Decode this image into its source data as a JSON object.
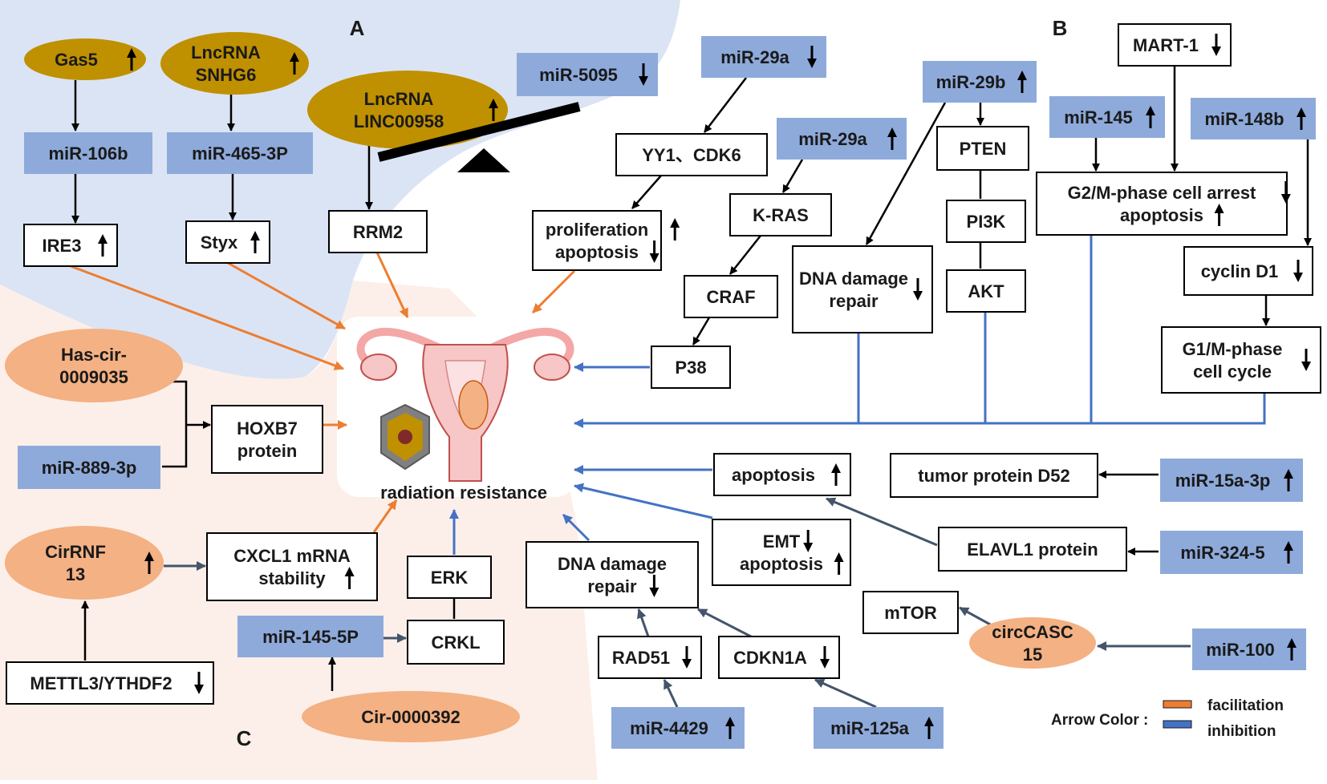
{
  "sections": {
    "a": "A",
    "b": "B",
    "c": "C"
  },
  "center_label": "radiation resistance",
  "nodes": {
    "gas5": {
      "lines": [
        "Gas5"
      ],
      "arrow": "up"
    },
    "snhg6": {
      "lines": [
        "LncRNA",
        "SNHG6"
      ],
      "arrow": "up"
    },
    "linc00958": {
      "lines": [
        "LncRNA",
        "LINC00958"
      ],
      "arrow": "up"
    },
    "mir5095": {
      "lines": [
        "miR-5095"
      ],
      "arrow": "down"
    },
    "mir106b": {
      "lines": [
        "miR-106b"
      ]
    },
    "mir465": {
      "lines": [
        "miR-465-3P"
      ]
    },
    "ire3": {
      "lines": [
        "IRE3"
      ],
      "arrow": "up"
    },
    "styx": {
      "lines": [
        "Styx"
      ],
      "arrow": "up"
    },
    "rrm2": {
      "lines": [
        "RRM2"
      ]
    },
    "mir29a_1": {
      "lines": [
        "miR-29a"
      ],
      "arrow": "down"
    },
    "yy1": {
      "lines": [
        "YY1、CDK6"
      ]
    },
    "prolif": {
      "lines": [
        "proliferation",
        "apoptosis"
      ],
      "line_arrows": [
        "up",
        "down"
      ]
    },
    "mir29a_2": {
      "lines": [
        "miR-29a"
      ],
      "arrow": "up"
    },
    "kras": {
      "lines": [
        "K-RAS"
      ]
    },
    "craf": {
      "lines": [
        "CRAF"
      ]
    },
    "p38": {
      "lines": [
        "P38"
      ]
    },
    "mir29b": {
      "lines": [
        "miR-29b"
      ],
      "arrow": "up"
    },
    "dna1": {
      "lines": [
        "DNA damage",
        "repair"
      ],
      "arrow": "down"
    },
    "pten": {
      "lines": [
        "PTEN"
      ]
    },
    "pi3k": {
      "lines": [
        "PI3K"
      ]
    },
    "akt": {
      "lines": [
        "AKT"
      ]
    },
    "mart1": {
      "lines": [
        "MART-1"
      ],
      "arrow": "down"
    },
    "mir145": {
      "lines": [
        "miR-145"
      ],
      "arrow": "up"
    },
    "mir148b": {
      "lines": [
        "miR-148b"
      ],
      "arrow": "up"
    },
    "g2m": {
      "lines": [
        "G2/M-phase cell arrest",
        "apoptosis"
      ],
      "line_arrows": [
        "down",
        "up"
      ]
    },
    "cyclind1": {
      "lines": [
        "cyclin D1"
      ],
      "arrow": "down"
    },
    "g1m": {
      "lines": [
        "G1/M-phase",
        "cell cycle"
      ],
      "arrow": "down"
    },
    "apoptosis": {
      "lines": [
        "apoptosis"
      ],
      "arrow": "up"
    },
    "tpd52": {
      "lines": [
        "tumor protein D52"
      ]
    },
    "mir15a": {
      "lines": [
        "miR-15a-3p"
      ],
      "arrow": "up"
    },
    "emt": {
      "lines": [
        "EMT",
        "apoptosis"
      ],
      "line_arrows": [
        "down",
        "up"
      ]
    },
    "elavl1": {
      "lines": [
        "ELAVL1 protein"
      ]
    },
    "mir324": {
      "lines": [
        "miR-324-5"
      ],
      "arrow": "up"
    },
    "dna2": {
      "lines": [
        "DNA damage",
        "repair"
      ],
      "line_arrows": [
        "",
        "down"
      ]
    },
    "mtor": {
      "lines": [
        "mTOR"
      ]
    },
    "circasc15": {
      "lines": [
        "circCASC",
        "15"
      ]
    },
    "mir100": {
      "lines": [
        "miR-100"
      ],
      "arrow": "up"
    },
    "rad51": {
      "lines": [
        "RAD51"
      ],
      "arrow": "down"
    },
    "cdkn1a": {
      "lines": [
        "CDKN1A"
      ],
      "arrow": "down"
    },
    "mir4429": {
      "lines": [
        "miR-4429"
      ],
      "arrow": "up"
    },
    "mir125a": {
      "lines": [
        "miR-125a"
      ],
      "arrow": "up"
    },
    "hascir": {
      "lines": [
        "Has-cir-",
        "0009035"
      ]
    },
    "hoxb7": {
      "lines": [
        "HOXB7",
        "protein"
      ]
    },
    "mir889": {
      "lines": [
        "miR-889-3p"
      ]
    },
    "cirrnf13": {
      "lines": [
        "CirRNF",
        "13"
      ],
      "arrow": "up"
    },
    "cxcl1": {
      "lines": [
        "CXCL1 mRNA",
        "stability"
      ],
      "line_arrows": [
        "",
        "up"
      ]
    },
    "erk": {
      "lines": [
        "ERK"
      ]
    },
    "crkl": {
      "lines": [
        "CRKL"
      ]
    },
    "mir145_5p": {
      "lines": [
        "miR-145-5P"
      ]
    },
    "mettl3": {
      "lines": [
        "METTL3/YTHDF2"
      ],
      "arrow": "down"
    },
    "cir0000392": {
      "lines": [
        "Cir-0000392"
      ]
    }
  },
  "legend": {
    "title": "Arrow Color :",
    "items": [
      {
        "label": "facilitation",
        "color": "#ed7d31"
      },
      {
        "label": "inhibition",
        "color": "#4472c4"
      }
    ]
  },
  "colors": {
    "region_a": "#dbe4f4",
    "region_c": "#fcefe9",
    "blue_box": "#8eaadb",
    "gold_ellipse": "#bf9000",
    "salmon_ellipse": "#f4b183",
    "facilitation": "#ed7d31",
    "inhibition": "#4472c4",
    "dark_edge": "#44546a"
  }
}
